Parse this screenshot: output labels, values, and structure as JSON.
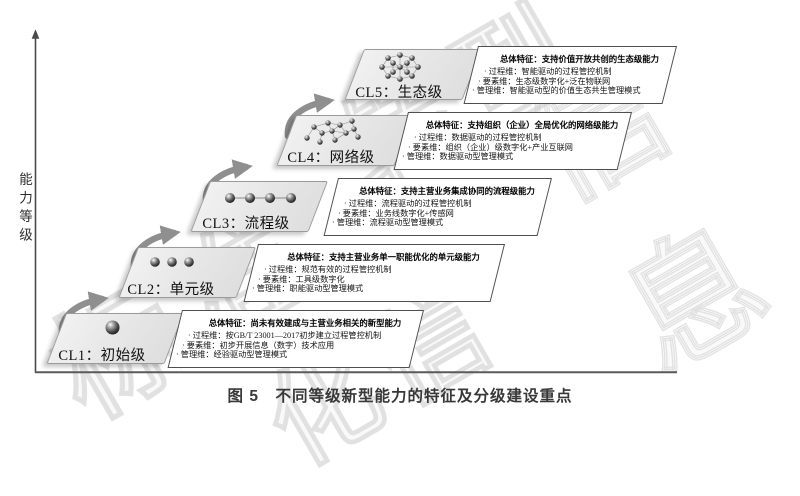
{
  "axis": {
    "y_label": "能力等级"
  },
  "caption": "图 5　不同等级新型能力的特征及分级建设重点",
  "watermark": {
    "w1": "转型",
    "w2": "信息",
    "w3": "标准",
    "w4": "化信"
  },
  "colors": {
    "arrow_gray": "#8f8f8f",
    "axis_gray": "#4a4a4a",
    "step_fill": "#e9e9e9",
    "box_border": "#4f4f4f"
  },
  "levels": [
    {
      "name": "CL1",
      "label": "CL1：初始级",
      "icon": "single-sphere",
      "title": "总体特征：尚未有效建成与主营业务相关的新型能力",
      "bullets": [
        "· 过程维：按GB/T 23001—2017初步建立过程管控机制",
        "· 要素维：初步开展信息（数字）技术应用",
        "· 管理维：经验驱动型管理模式"
      ]
    },
    {
      "name": "CL2",
      "label": "CL2：单元级",
      "icon": "three-nodes",
      "title": "总体特征：支持主营业务单一职能优化的单元级能力",
      "bullets": [
        "· 过程维：规范有效的过程管控机制",
        "· 要素维：工具级数字化",
        "· 管理维：职能驱动型管理模式"
      ]
    },
    {
      "name": "CL3",
      "label": "CL3：流程级",
      "icon": "chain-nodes",
      "title": "总体特征：支持主营业务集成协同的流程级能力",
      "bullets": [
        "· 过程维：流程驱动的过程管控机制",
        "· 要素维：业务线数字化+传感网",
        "· 管理维：流程驱动型管理模式"
      ]
    },
    {
      "name": "CL4",
      "label": "CL4：网络级",
      "icon": "network",
      "title": "总体特征：支持组织（企业）全局优化的网络级能力",
      "bullets": [
        "· 过程维：数据驱动的过程管控机制",
        "· 要素维：组织（企业）级数字化+产业互联网",
        "· 管理维：数据驱动型管理模式"
      ]
    },
    {
      "name": "CL5",
      "label": "CL5：生态级",
      "icon": "ecosystem-network",
      "title": "总体特征：支持价值开放共创的生态级能力",
      "bullets": [
        "· 过程维：智能驱动的过程管控机制",
        "· 要素维：生态级数字化+泛在物联网",
        "· 管理维：智能驱动型的价值生态共生管理模式"
      ]
    }
  ]
}
